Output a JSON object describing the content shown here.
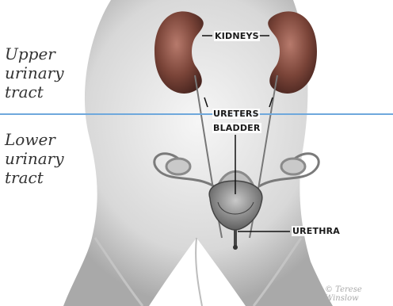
{
  "regions": {
    "upper": [
      "Upper",
      "urinary",
      "tract"
    ],
    "lower": [
      "Lower",
      "urinary",
      "tract"
    ]
  },
  "labels": {
    "kidneys": "KIDNEYS",
    "ureters": "URETERS",
    "bladder": "BLADDER",
    "urethra": "URETHRA"
  },
  "signature": "© Terese Winslow",
  "colors": {
    "divider": "#6fa8dc",
    "kidney": "#6b3b32",
    "skin": "#d9d9d9",
    "label_line": "#111111"
  }
}
